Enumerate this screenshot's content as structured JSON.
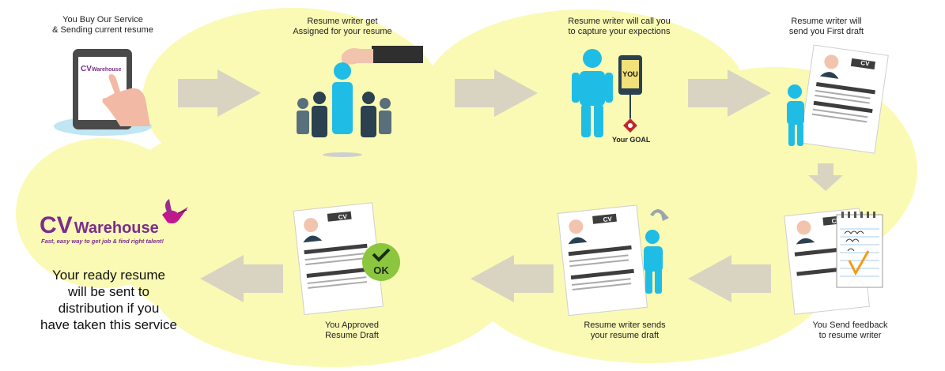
{
  "colors": {
    "cloud": "#fafab4",
    "arrow": "#d9d4c2",
    "person": "#1fbde6",
    "dark": "#2b4150",
    "purple": "#7b2d8e",
    "ok_green": "#8cc63f"
  },
  "brand": {
    "name_cv": "CV",
    "name_rest": "Warehouse",
    "tagline": "Fast, easy way to get job & find right talent!"
  },
  "steps": [
    {
      "line1": "You Buy Our Service",
      "line2": "& Sending current resume",
      "icon": "tablet-hand-icon"
    },
    {
      "line1": "Resume writer get",
      "line2": "Assigned for your resume",
      "icon": "team-assign-icon"
    },
    {
      "line1": "Resume writer will call you",
      "line2": "to capture your expections",
      "icon": "phone-call-icon"
    },
    {
      "line1": "Resume writer will",
      "line2": "send you First draft",
      "icon": "cv-draft-icon"
    },
    {
      "line1": "You Send feedback",
      "line2": "to resume writer",
      "icon": "feedback-notepad-icon"
    },
    {
      "line1": "Resume writer sends",
      "line2": "your resume draft",
      "icon": "cv-send-icon"
    },
    {
      "line1": "You Approved",
      "line2": "Resume Draft",
      "icon": "cv-approved-icon"
    }
  ],
  "phone_text": "YOU",
  "goal_label": "Your GOAL",
  "cv_badge": "CV",
  "ok_badge": "OK",
  "final_message": {
    "l1": "Your ready resume",
    "l2": "will be sent to",
    "l3": "distribution if you",
    "l4": "have taken this service"
  }
}
